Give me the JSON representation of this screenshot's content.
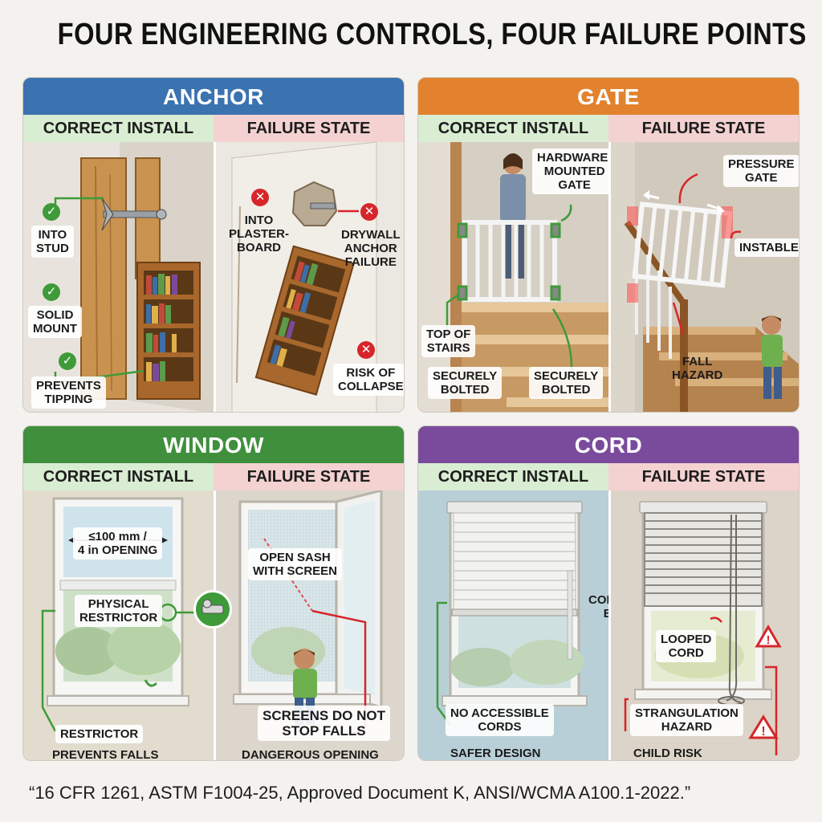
{
  "title": "FOUR ENGINEERING CONTROLS, FOUR FAILURE POINTS",
  "subheaders": {
    "correct": "CORRECT INSTALL",
    "failure": "FAILURE STATE"
  },
  "colors": {
    "anchor": "#3b72b0",
    "gate": "#e2822e",
    "window": "#3f8f3c",
    "cord": "#7a4b9c",
    "ok": "#3f9a3a",
    "bad": "#d6262a"
  },
  "anchor": {
    "title": "ANCHOR",
    "correct": {
      "into_stud": "INTO\nSTUD",
      "solid_mount": "SOLID\nMOUNT",
      "prevents_tipping": "PREVENTS\nTIPPING"
    },
    "failure": {
      "into_plaster": "INTO\nPLASTER-\nBOARD",
      "drywall_anchor": "DRYWALL\nANCHOR\nFAILURE",
      "risk_collapse": "RISK OF\nCOLLAPSE"
    }
  },
  "gate": {
    "title": "GATE",
    "correct": {
      "hardware_mounted": "HARDWARE-\nMOUNTED\nGATE",
      "top_of_stairs": "TOP OF\nSTAIRS",
      "bolted_left": "SECURELY\nBOLTED",
      "bolted_right": "SECURELY\nBOLTED"
    },
    "failure": {
      "pressure_gate": "PRESSURE\nGATE",
      "instable": "INSTABLE",
      "fall_hazard": "FALL\nHAZARD"
    }
  },
  "window": {
    "title": "WINDOW",
    "correct": {
      "opening": "≤100 mm /\n4 in OPENING",
      "physical_restrictor": "PHYSICAL\nRESTRICTOR",
      "restrictor": "RESTRICTOR",
      "prevents_falls": "PREVENTS FALLS"
    },
    "failure": {
      "open_sash": "OPEN SASH\nWITH SCREEN",
      "screens_not_stop": "SCREENS DO NOT\nSTOP FALLS",
      "dangerous_opening": "DANGEROUS OPENING"
    }
  },
  "cord": {
    "title": "CORD",
    "correct": {
      "no_cordless": "NO\nCORDLESS\nBLIND",
      "no_accessible": "NO ACCESSIBLE\nCORDS",
      "safer_design": "SAFER DESIGN"
    },
    "failure": {
      "looped_cord": "LOOPED\nCORD",
      "strangulation": "STRANGULATION\nHAZARD",
      "child_risk": "CHILD RISK"
    }
  },
  "footer": "“16 CFR 1261, ASTM F1004-25, Approved Document K, ANSI/WCMA A100.1-2022.”"
}
